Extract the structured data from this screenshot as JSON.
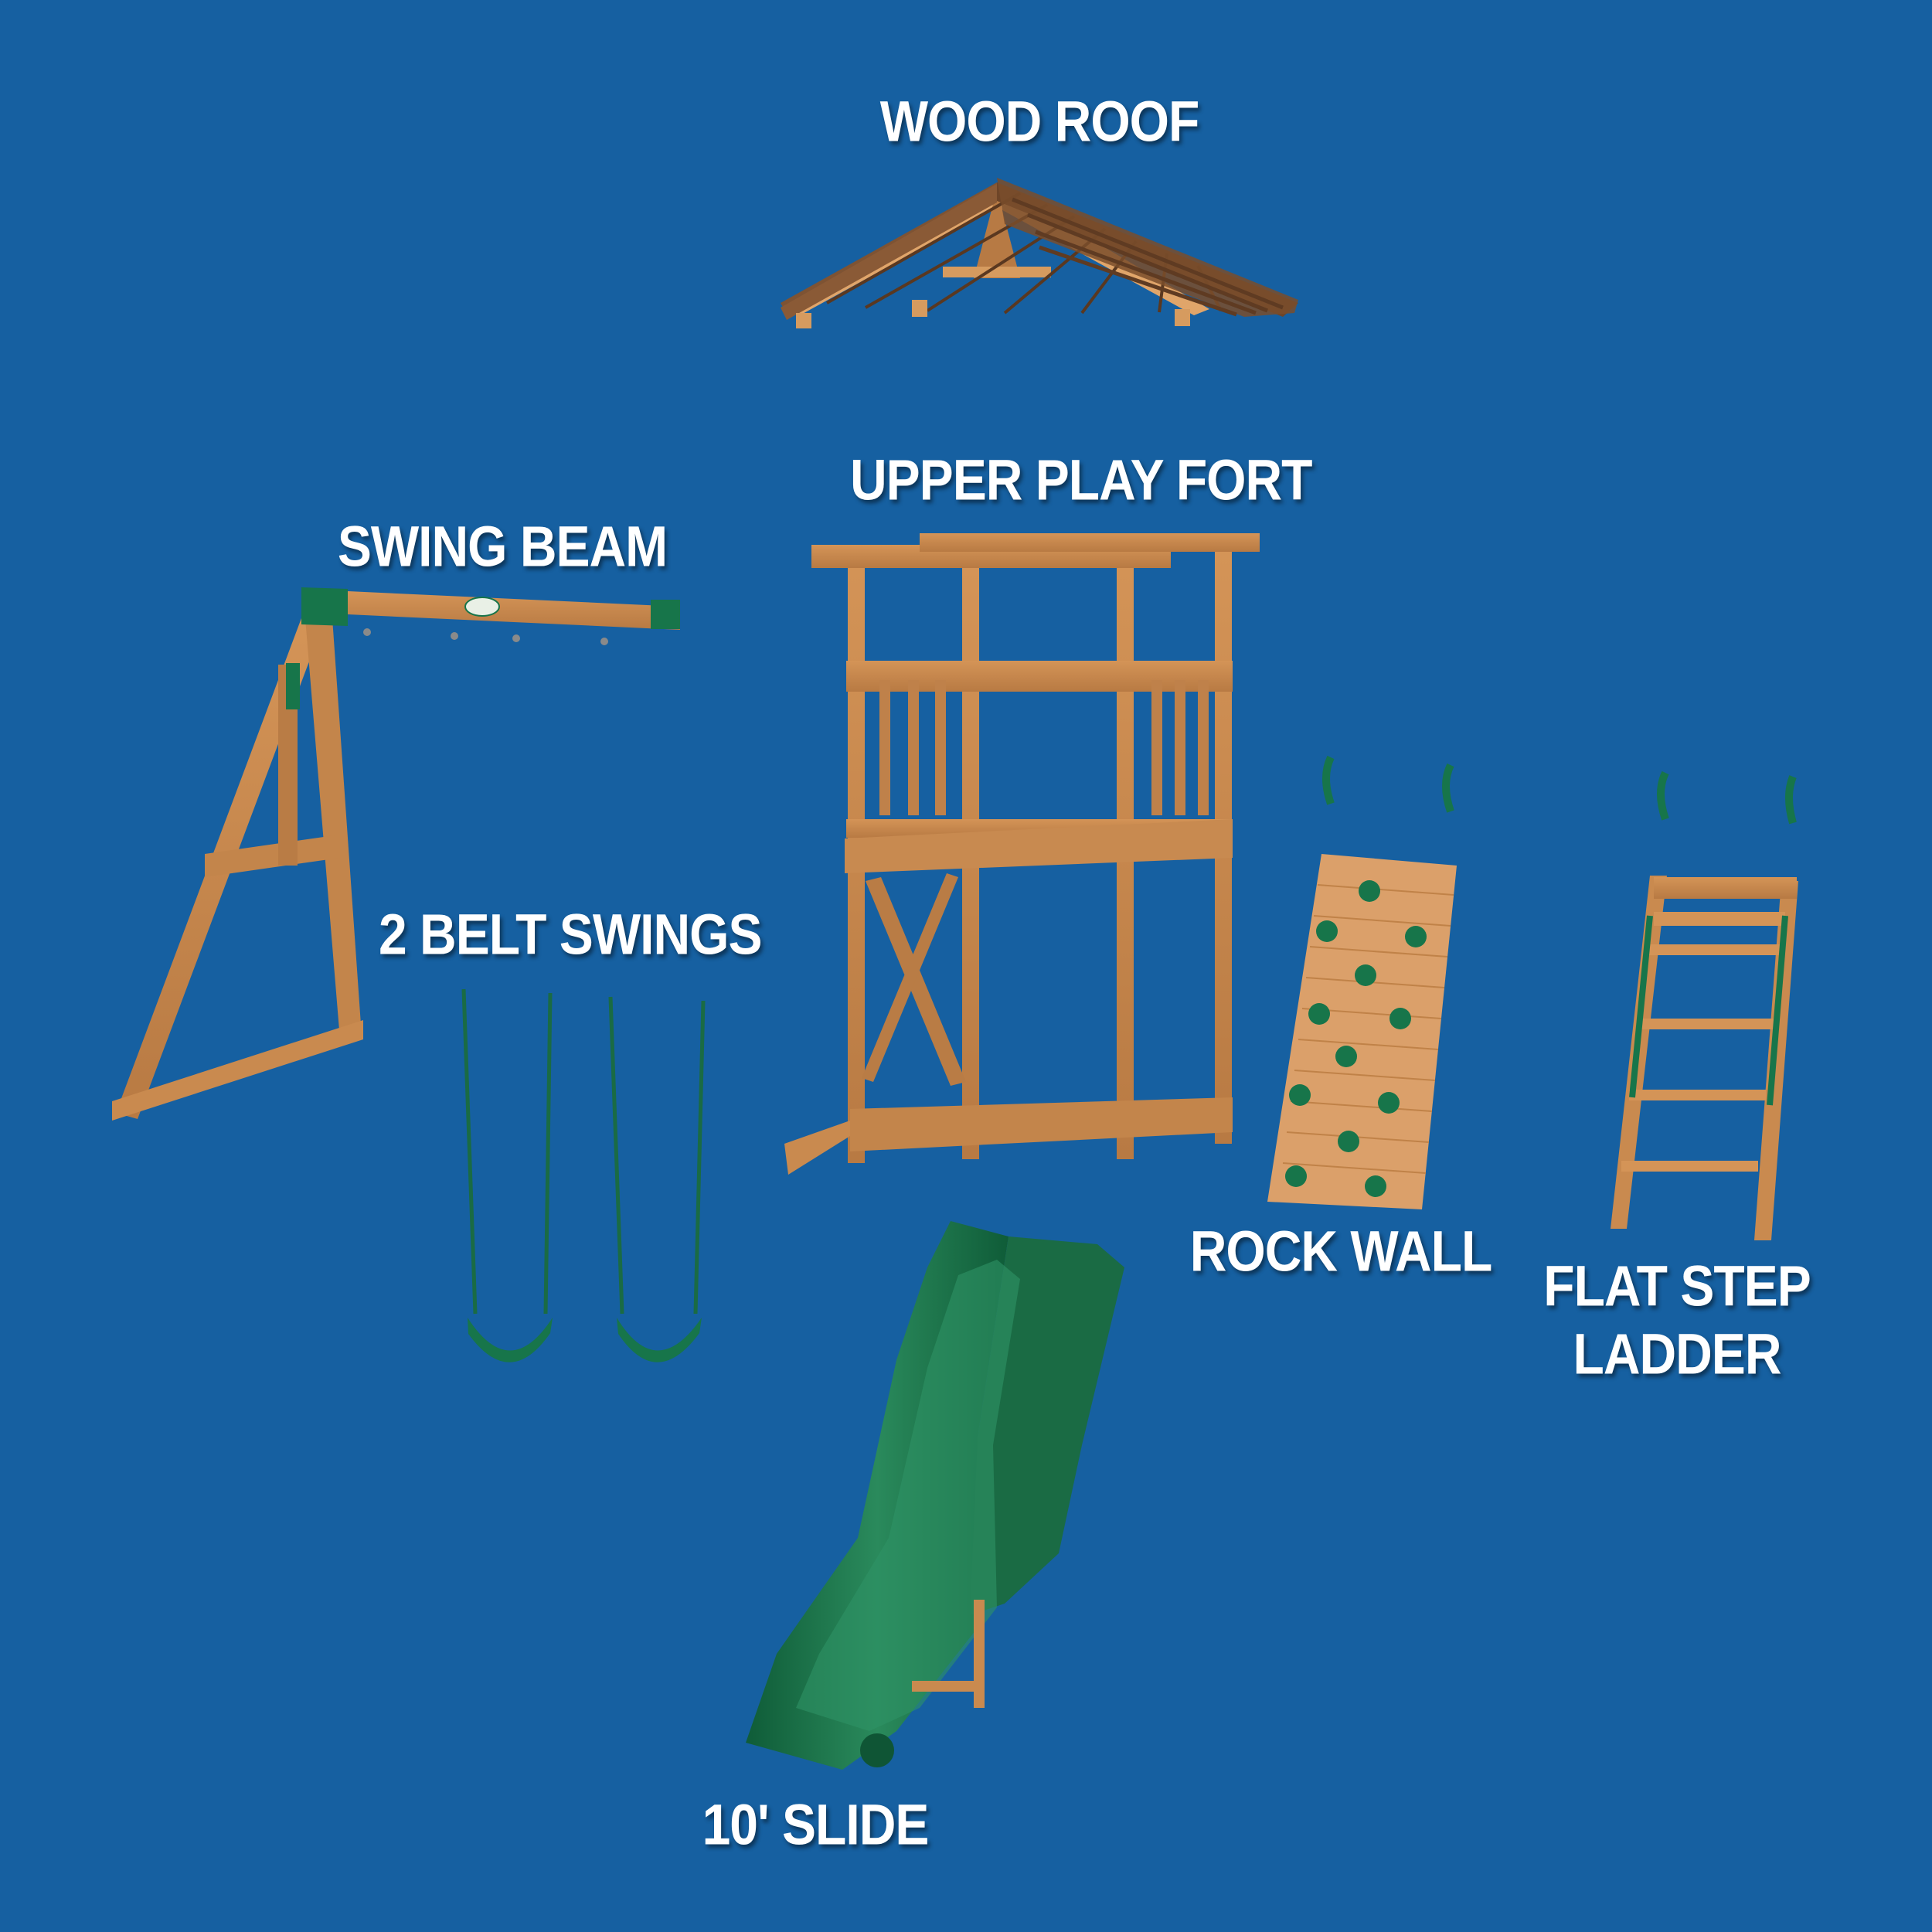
{
  "labels": {
    "wood_roof": "WOOD ROOF",
    "upper_play_fort": "UPPER PLAY FORT",
    "swing_beam": "SWING BEAM",
    "belt_swings": "2 BELT SWINGS",
    "rock_wall": "ROCK WALL",
    "ladder_line1": "FLAT STEP",
    "ladder_line2": "LADDER",
    "slide": "10' SLIDE"
  },
  "colors": {
    "background": "#1660a1",
    "wood": "#c98a4f",
    "wood_dark": "#9a6234",
    "roof": "#7a5030",
    "green": "#17754a",
    "green_dark": "#0f5535",
    "label": "#ffffff"
  }
}
